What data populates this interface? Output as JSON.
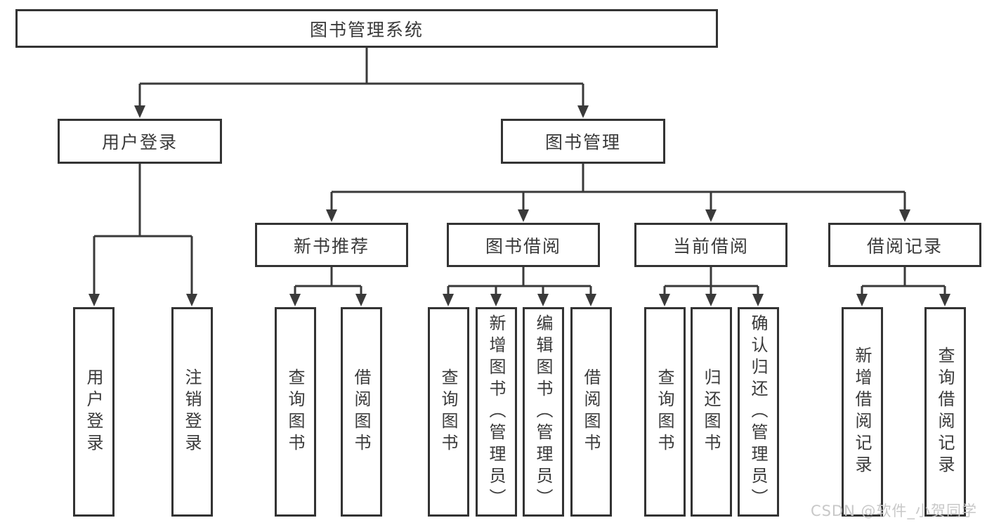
{
  "tree": {
    "label": "图书管理系统",
    "children": [
      {
        "label": "用户登录",
        "children": [
          {
            "label": "用户登录"
          },
          {
            "label": "注销登录"
          }
        ]
      },
      {
        "label": "图书管理",
        "children": [
          {
            "label": "新书推荐",
            "children": [
              {
                "label": "查询图书"
              },
              {
                "label": "借阅图书"
              }
            ]
          },
          {
            "label": "图书借阅",
            "children": [
              {
                "label": "查询图书"
              },
              {
                "label": "新增图书（管理员）"
              },
              {
                "label": "编辑图书（管理员）"
              },
              {
                "label": "借阅图书"
              }
            ]
          },
          {
            "label": "当前借阅",
            "children": [
              {
                "label": "查询图书"
              },
              {
                "label": "归还图书"
              },
              {
                "label": "确认归还（管理员）"
              }
            ]
          },
          {
            "label": "借阅记录",
            "children": [
              {
                "label": "新增借阅记录"
              },
              {
                "label": "查询借阅记录"
              }
            ]
          }
        ]
      }
    ]
  },
  "watermark": "CSDN @软件_小贺同学",
  "colors": {
    "line": "#3a3a3a",
    "box_border": "#333333",
    "text": "#3a3a3a",
    "watermark": "#c8c8c8",
    "background": "#ffffff"
  }
}
